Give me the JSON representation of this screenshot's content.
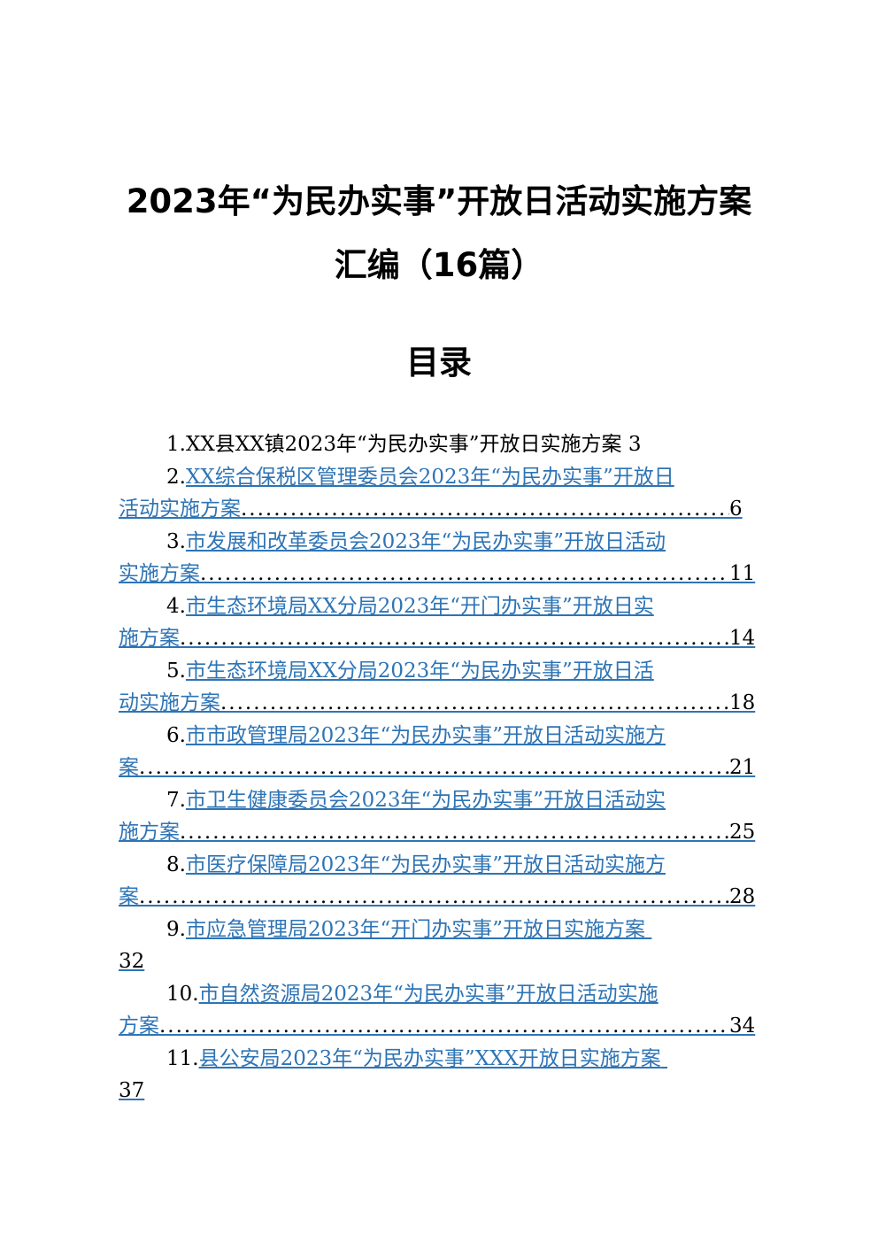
{
  "document": {
    "title_line1": "2023年“为民办实事”开放日活动实施方案",
    "title_line2": "汇编（16篇）",
    "toc_heading": "目录"
  },
  "toc": [
    {
      "num": "1.",
      "title": "XX县XX镇2023年“为民办实事”开放日实施方案",
      "page": "3"
    },
    {
      "num": "2.",
      "title_line1": "XX综合保税区管理委员会2023年“为民办实事”开放日",
      "title_line2": "活动实施方案",
      "page": "6"
    },
    {
      "num": "3.",
      "title_line1": "市发展和改革委员会2023年“为民办实事”开放日活动",
      "title_line2": "实施方案",
      "page": "11"
    },
    {
      "num": "4.",
      "title_line1": "市生态环境局XX分局2023年“开门办实事”开放日实",
      "title_line2": "施方案",
      "page": "14"
    },
    {
      "num": "5.",
      "title_line1": "市生态环境局XX分局2023年“为民办实事”开放日活",
      "title_line2": "动实施方案",
      "page": "18"
    },
    {
      "num": "6.",
      "title_line1": "市市政管理局2023年“为民办实事”开放日活动实施方",
      "title_line2": "案",
      "page": "21"
    },
    {
      "num": "7.",
      "title_line1": "市卫生健康委员会2023年“为民办实事”开放日活动实",
      "title_line2": "施方案",
      "page": "25"
    },
    {
      "num": "8.",
      "title_line1": "市医疗保障局2023年“为民办实事”开放日活动实施方",
      "title_line2": "案",
      "page": "28"
    },
    {
      "num": "9.",
      "title": "市应急管理局2023年“开门办实事”开放日实施方案",
      "page": "32"
    },
    {
      "num": "10.",
      "title_line1": "市自然资源局2023年“为民办实事”开放日活动实施",
      "title_line2": "方案",
      "page": "34"
    },
    {
      "num": "11.",
      "title": "县公安局2023年“为民办实事”XXX开放日实施方案",
      "page": "37"
    }
  ],
  "colors": {
    "link": "#2e74b5",
    "text": "#000000"
  }
}
